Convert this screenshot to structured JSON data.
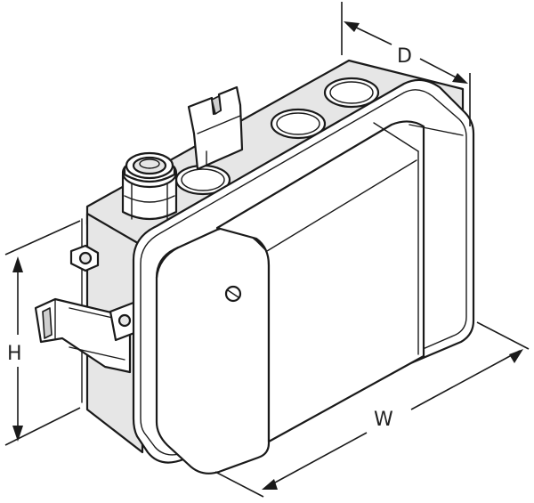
{
  "dimensions": {
    "depth_label": "D",
    "height_label": "H",
    "width_label": "W"
  },
  "colors": {
    "line": "#1a1a1a",
    "fill_light": "#e6e6e6",
    "fill_dark": "#cfcfcf",
    "background": "#ffffff"
  }
}
